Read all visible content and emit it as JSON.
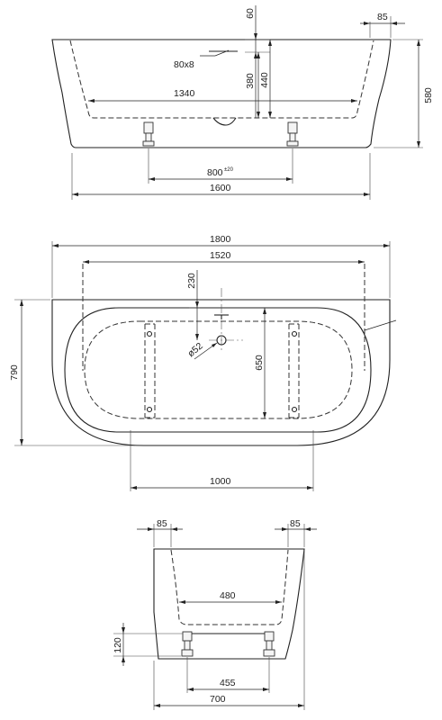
{
  "drawing": {
    "front_view": {
      "top_rim_thickness": "85",
      "drain_depth": "60",
      "drain_label": "80x8",
      "inner_depth": "380",
      "depth_to_drain": "440",
      "total_height": "580",
      "inner_bottom_length": "1340",
      "leg_spacing": "800",
      "leg_spacing_tolerance": "±20",
      "outer_length": "1600"
    },
    "top_view": {
      "total_length": "1800",
      "inner_length": "1520",
      "drain_offset": "230",
      "drain_diameter": "ø52",
      "inner_width": "650",
      "total_width": "790",
      "base_length": "1000"
    },
    "side_view": {
      "left_rim": "85",
      "right_rim": "85",
      "inner_bottom_width": "480",
      "leg_height": "120",
      "leg_spacing": "455",
      "outer_width": "700"
    }
  }
}
